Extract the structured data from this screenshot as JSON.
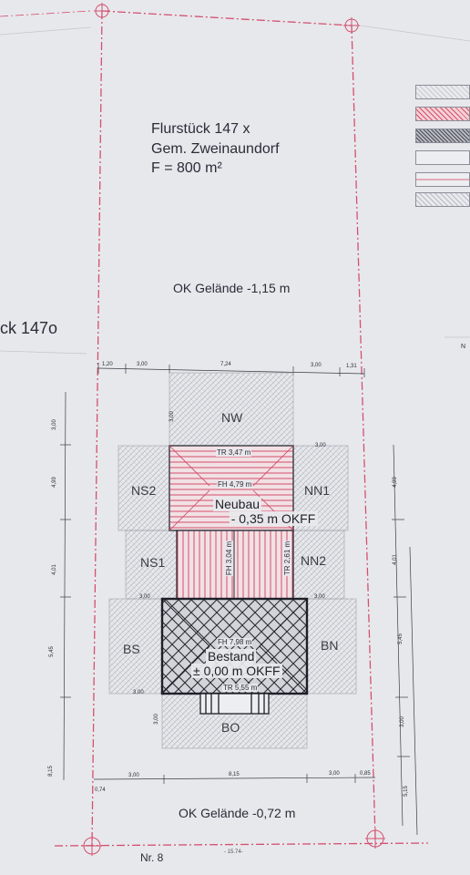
{
  "parcel": {
    "line1": "Flurstück 147 x",
    "line2": "Gem. Zweinaundorf",
    "line3": "F = 800 m²"
  },
  "neighbor_parcel": "ck 147o",
  "ground_top": "OK Gelände -1,15 m",
  "ground_bottom": "OK Gelände -0,72 m",
  "house_number": "Nr. 8",
  "bottom_code": "- 15.74-",
  "edge_label": "N",
  "zones": {
    "nw": "NW",
    "ns2": "NS2",
    "nn1": "NN1",
    "ns1": "NS1",
    "nn2": "NN2",
    "bs": "BS",
    "bn": "BN",
    "bo": "BO"
  },
  "neubau": {
    "name": "Neubau",
    "level": "- 0,35 m OKFF",
    "tr": "TR 3,47 m",
    "fh": "FH 4,79 m",
    "fh_side": "FH 3,04 m",
    "tr_side": "TR 2,61 m"
  },
  "bestand": {
    "name": "Bestand",
    "level": "± 0,00 m OKFF",
    "fh": "FH 7,98 m",
    "tr": "TR 5,55 m"
  },
  "dims_top": [
    "1,20",
    "3,00",
    "7,24",
    "3,00",
    "1,31"
  ],
  "dims_bottom": [
    "3,00",
    "8,15",
    "3,00",
    "0,85",
    "0,74"
  ],
  "dims_left": [
    "3,00",
    "4,99",
    "4,01",
    "5,45",
    "8,15"
  ],
  "dims_right": [
    "4,99",
    "4,01",
    "5,45",
    "3,00",
    "5,15"
  ],
  "zone_small_dims": {
    "ns2": "3,00",
    "nn1": "3,00",
    "ns1": "3,00",
    "nn2": "3,00",
    "bs": "3,00",
    "bo": "3,00"
  },
  "colors": {
    "paper": "#e7e8ec",
    "boundary": "#d4506e",
    "neubau_hatch": "#cf3f5c",
    "bestand_hatch": "#2a2c34",
    "zone_hatch": "#b7b9c0"
  }
}
